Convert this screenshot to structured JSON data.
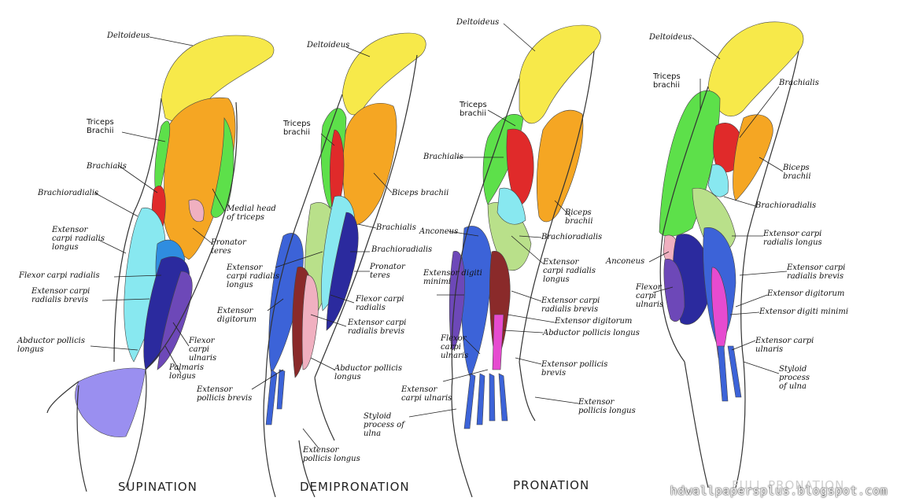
{
  "colors": {
    "deltoid": "#f7e94a",
    "biceps": "#f5a623",
    "triceps": "#5de04a",
    "brachialis": "#e02a2a",
    "brachioradialis": "#b9e08a",
    "ext_carpi_long": "#88e8f0",
    "ext_carpi_brevis": "#2f8de0",
    "flexor": "#2b2a9e",
    "ext_digitorum": "#3c63d8",
    "pronator": "#f0b0c0",
    "palm": "#9a8ff0",
    "purple": "#6d48b8",
    "maroon": "#8a2a2a",
    "magenta": "#e64bd0"
  },
  "arm1": {
    "caption": "SUPINATION",
    "labels": {
      "deltoideus": "Deltoideus",
      "triceps": "Triceps\nBrachii",
      "brachialis": "Brachialis",
      "brachioradialis": "Brachioradialis",
      "medial_head": "Medial head\nof triceps",
      "ext_carpi_long": "Extensor\ncarpi radialis\nlongus",
      "pronator": "Pronator\nteres",
      "flexor_carpi_rad": "Flexor carpi radialis",
      "ext_carpi_brevis": "Extensor carpi\nradialis brevis",
      "abductor": "Abductor pollicis\nlongus",
      "flexor_carpi_uln": "Flexor\ncarpi\nulnaris",
      "palmaris": "Palmaris\nlongus"
    }
  },
  "arm2": {
    "caption": "DEMIPRONATION",
    "labels": {
      "deltoideus": "Deltoideus",
      "triceps": "Triceps\nbrachii",
      "biceps": "Biceps brachii",
      "brachialis": "Brachialis",
      "brachioradialis": "Brachioradialis",
      "pronator": "Pronator\nteres",
      "ext_carpi_long": "Extensor\ncarpi radialis\nlongus",
      "ext_digitorum": "Extensor\ndigitorum",
      "flexor_carpi_rad": "Flexor carpi\nradialis",
      "ext_carpi_brevis": "Extensor carpi\nradialis brevis",
      "abductor": "Abductor pollicis\nlongus",
      "ext_poll_brevis": "Extensor\npollicis brevis",
      "ext_poll_longus": "Extensor\npollicis longus"
    }
  },
  "arm3": {
    "caption": "PRONATION",
    "labels": {
      "deltoideus": "Deltoideus",
      "triceps": "Triceps\nbrachii",
      "brachialis": "Brachialis",
      "biceps": "Biceps\nbrachii",
      "anconeus": "Anconeus",
      "brachioradialis": "Brachioradialis",
      "ext_digiti_minimi": "Extensor digiti\nminimi",
      "ext_carpi_long": "Extensor\ncarpi radialis\nlongus",
      "ext_carpi_brevis": "Extensor carpi\nradialis brevis",
      "ext_digitorum": "Extensor digitorum",
      "abductor": "Abductor pollicis longus",
      "flexor_carpi_uln": "Flexor\ncarpi\nulnaris",
      "ext_poll_brevis": "Extensor pollicis\nbrevis",
      "ext_carpi_uln": "Extensor\ncarpi ulnaris",
      "ext_poll_longus": "Extensor\npollicis longus",
      "styloid": "Styloid\nprocess of\nulna"
    }
  },
  "arm4": {
    "caption": "FULL PRONATION",
    "labels": {
      "deltoideus": "Deltoideus",
      "triceps": "Triceps\nbrachii",
      "brachialis": "Brachialis",
      "biceps": "Biceps\nbrachii",
      "brachioradialis": "Brachioradialis",
      "ext_carpi_long": "Extensor carpi\nradialis longus",
      "anconeus": "Anconeus",
      "ext_carpi_brevis": "Extensor carpi\nradialis brevis",
      "flexor_carpi_uln": "Flexor\ncarpi\nulnaris",
      "ext_digitorum": "Extensor digitorum",
      "ext_digiti_minimi": "Extensor digiti minimi",
      "ext_carpi_uln": "Extensor carpi\nulnaris",
      "styloid": "Styloid\nprocess\nof ulna"
    }
  },
  "watermark": "hdwallpapersplus.blogspot.com"
}
